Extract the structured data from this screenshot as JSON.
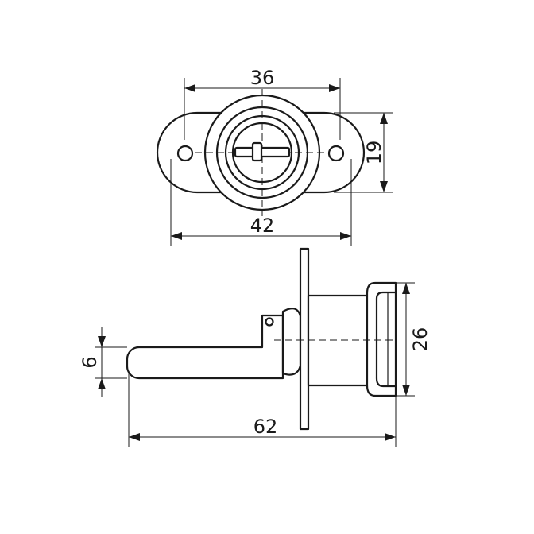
{
  "dimensions": {
    "top_width": "36",
    "bottom_width": "42",
    "height": "19",
    "cylinder_diameter": "26",
    "bolt_thickness": "6",
    "overall_length": "62"
  }
}
